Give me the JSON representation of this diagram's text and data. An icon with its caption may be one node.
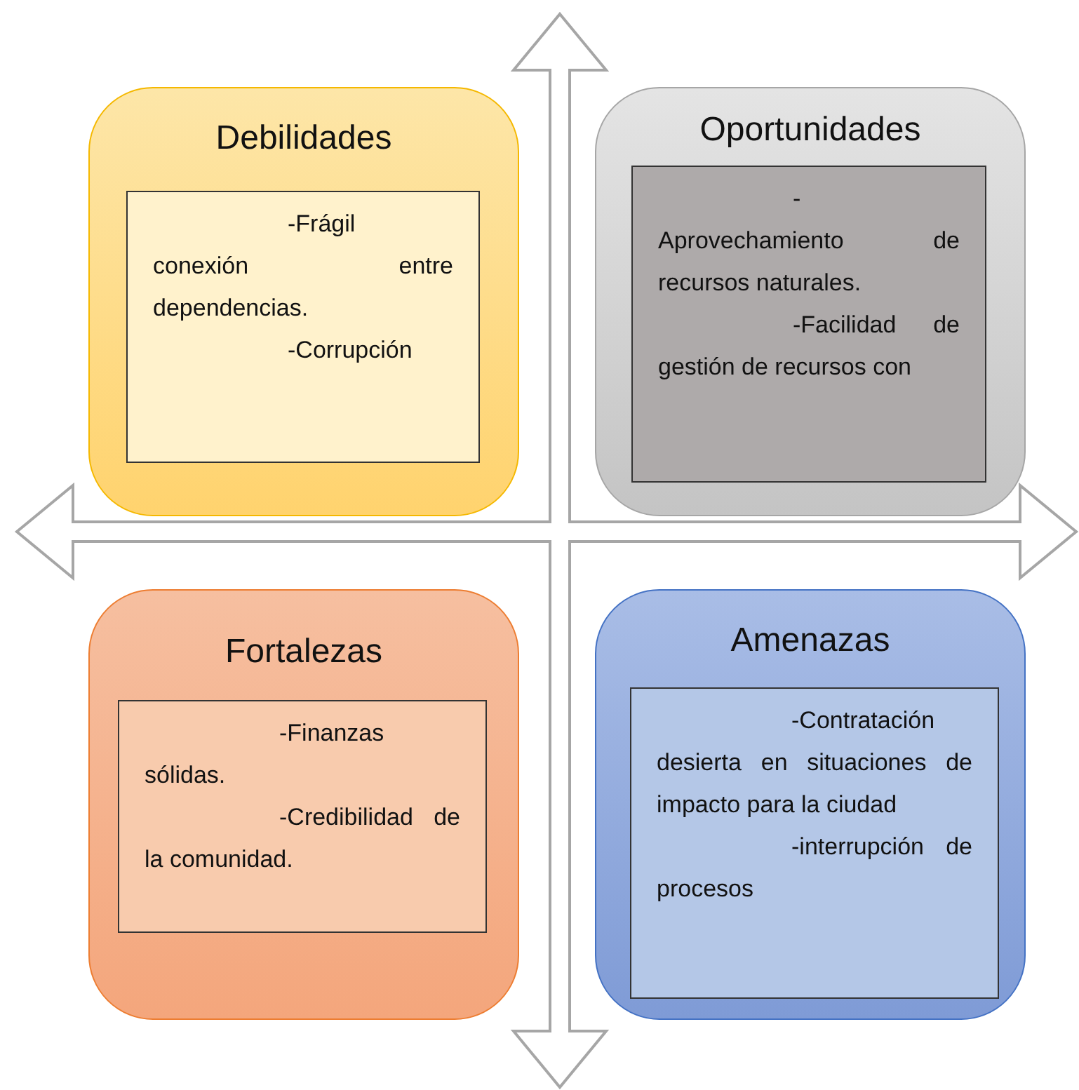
{
  "diagram": {
    "nodes": [
      {
        "text": [
          "Debilidades"
        ]
      },
      {
        "text": [
          "-Frágil conexión entre dependencias.",
          "-Corrupción"
        ],
        "in": 0
      },
      {
        "text": [
          "Oportunidades"
        ]
      },
      {
        "text": [
          "-Aprovechamiento de recursos naturales.",
          "-Facilidad de gestión de recursos con"
        ],
        "in": 2
      },
      {
        "text": [
          "Fortalezas"
        ]
      },
      {
        "text": [
          "-Finanzas sólidas.",
          "-Credibilidad de la comunidad."
        ],
        "in": 4
      },
      {
        "text": [
          "Amenazas"
        ]
      },
      {
        "text": [
          "-Contratación desierta en situaciones de impacto para la ciudad",
          "-interrupción de procesos"
        ],
        "in": 6
      }
    ]
  }
}
